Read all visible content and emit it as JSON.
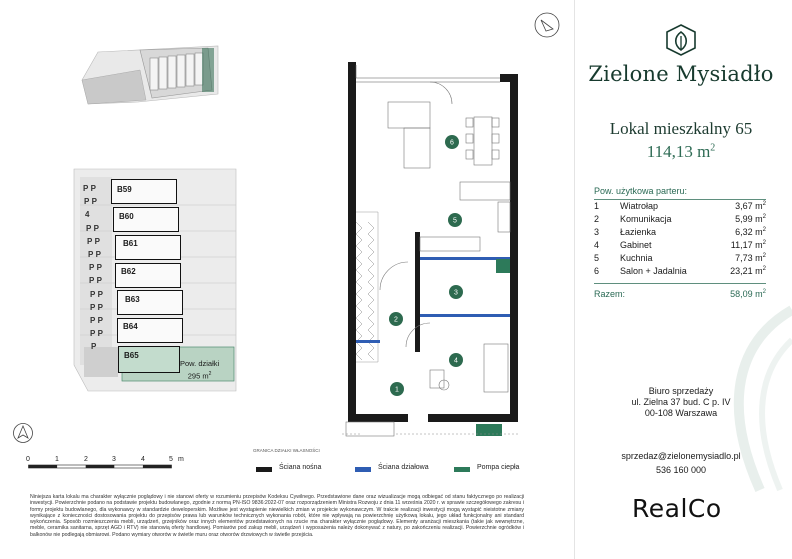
{
  "brand": {
    "name": "Zielone Mysiadło"
  },
  "unit": {
    "title": "Lokal mieszkalny  65",
    "area_value": "114,13 m",
    "area_unit_sup": "2"
  },
  "rooms": {
    "header": "Pow. użytkowa parteru:",
    "items": [
      {
        "no": "1",
        "name": "Wiatrołap",
        "area": "3,67 m",
        "sup": "2"
      },
      {
        "no": "2",
        "name": "Komunikacja",
        "area": "5,99 m",
        "sup": "2"
      },
      {
        "no": "3",
        "name": "Łazienka",
        "area": "6,32 m",
        "sup": "2"
      },
      {
        "no": "4",
        "name": "Gabinet",
        "area": "11,17 m",
        "sup": "2"
      },
      {
        "no": "5",
        "name": "Kuchnia",
        "area": "7,73 m",
        "sup": "2"
      },
      {
        "no": "6",
        "name": "Salon + Jadalnia",
        "area": "23,21 m",
        "sup": "2"
      }
    ],
    "total_label": "Razem:",
    "total_value": "58,09 m",
    "total_sup": "2"
  },
  "office": {
    "line1": "Biuro sprzedaży",
    "line2": "ul. Zielna 37 bud. C p. IV",
    "line3": "00-108 Warszawa"
  },
  "contact": {
    "email": "sprzedaz@zielonemysiadlo.pl",
    "phone": "536 160 000"
  },
  "developer": {
    "logo_text": "RealCo"
  },
  "site_plan": {
    "units": [
      "B59",
      "B60",
      "B61",
      "B62",
      "B63",
      "B64",
      "B65"
    ],
    "parking_letter": "P",
    "bicycle_letter": "4",
    "plot_label": "Pow. działki",
    "plot_area": "295 m",
    "plot_sup": "2"
  },
  "floor_plan": {
    "room_numbers": [
      "1",
      "2",
      "3",
      "4",
      "5",
      "6"
    ],
    "border_label": "GRANICA DZIAŁKI WŁASNOŚCI"
  },
  "scale": {
    "ticks": [
      "0",
      "1",
      "2",
      "3",
      "4",
      "5"
    ],
    "unit": "m"
  },
  "legend": {
    "items": [
      {
        "label": "Ściana nośna",
        "color": "#1a1a1a"
      },
      {
        "label": "Ściana działowa",
        "color": "#2f5db3"
      },
      {
        "label": "Pompa ciepła",
        "color": "#2d7a5a"
      }
    ]
  },
  "disclaimer": "Niniejsza karta lokalu ma charakter wyłącznie poglądowy i nie stanowi oferty w rozumieniu przepisów Kodeksu Cywilnego. Przedstawione dane oraz wizualizacje mogą odbiegać od stanu faktycznego po realizacji inwestycji. Powierzchnie podano na podstawie projektu budowlanego, zgodnie z normą PN-ISO 9836:2022-07 oraz rozporządzeniem Ministra Rozwoju z dnia 11 września 2020 r. w sprawie szczegółowego zakresu i formy projektu budowlanego, dla wykonawcy w standardzie deweloperskim. Możliwe jest wystąpienie niewielkich zmian w projekcie wykonawczym. W trakcie realizacji inwestycji mogą wystąpić nieistotne zmiany wynikające z konieczności dostosowania projektu do przepisów prawa lub warunków technicznych wykonania robót, które nie wpływają na powierzchnię użytkową lokalu, jego układ funkcjonalny ani standard wykończenia. Sposób rozmieszczenia mebli, urządzeń, grzejników oraz innych elementów przedstawionych na rzucie ma charakter wyłącznie poglądowy. Elementy aranżacji mieszkania (takie jak wewnętrzne, meble, ceramika sanitarna, sprzęt AGD i RTV) nie stanowią oferty handlowej. Pomiarów pod zakup mebli, urządzeń i wyposażenia należy dokonywać z natury, po zakończeniu realizacji. Powierzchnie ogródków i balkonów nie podlegają obmiarowi. Podano wymiary otworów w świetle muru oraz otworów drzwiowych w świetle przejścia."
}
